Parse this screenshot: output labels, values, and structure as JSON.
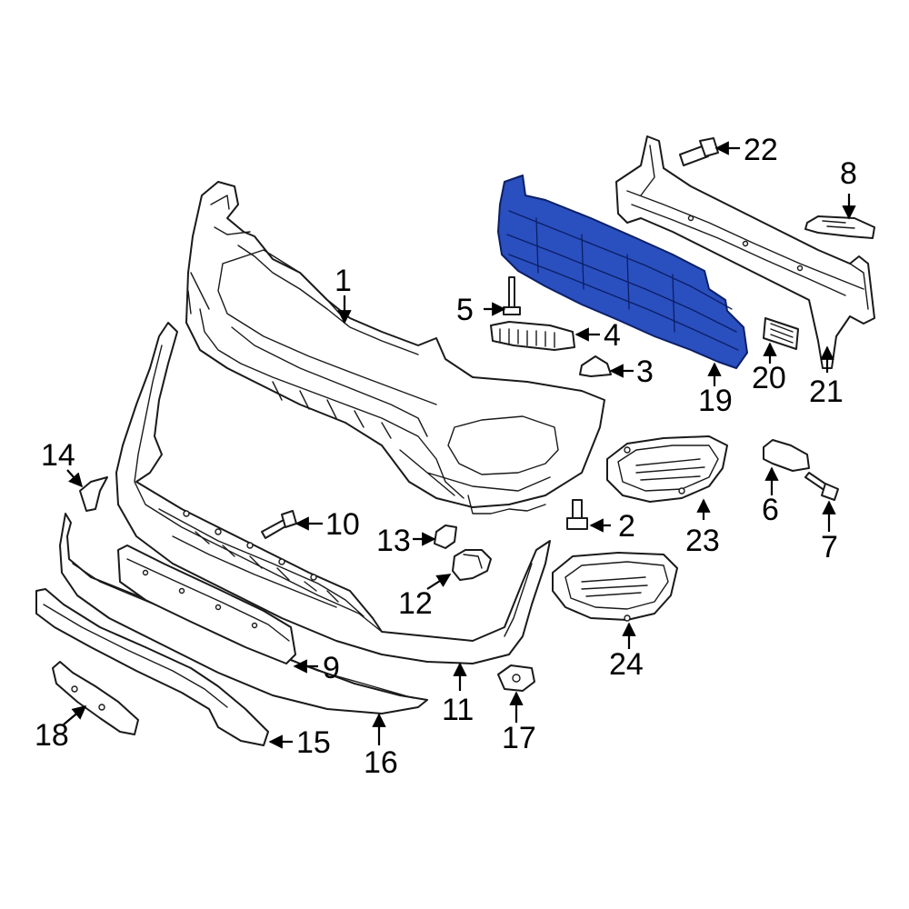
{
  "diagram": {
    "highlight_color": "#2a4fbf",
    "highlight_stroke": "#0c1f66",
    "line_color": "#1a1a1a",
    "highlighted_part": "19",
    "callouts": [
      "1",
      "2",
      "3",
      "4",
      "5",
      "6",
      "7",
      "8",
      "9",
      "10",
      "11",
      "12",
      "13",
      "14",
      "15",
      "16",
      "17",
      "18",
      "19",
      "20",
      "21",
      "22",
      "23",
      "24"
    ]
  }
}
